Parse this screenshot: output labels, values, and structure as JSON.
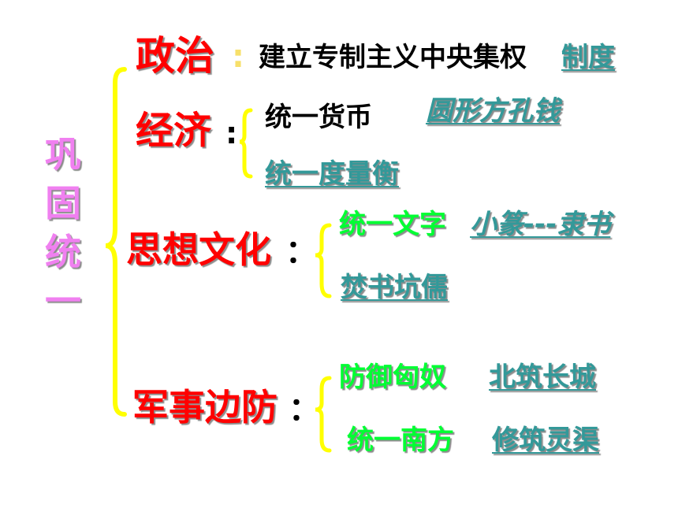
{
  "colors": {
    "root": "#f080f0",
    "category": "#ff0000",
    "brace": "#ffff00",
    "green": "#00ff33",
    "black": "#000000",
    "link": "#339999",
    "colon_yellow": "#f7e06a"
  },
  "root": {
    "label": "巩固统一"
  },
  "politics": {
    "category": "政治",
    "colon": ":",
    "text": "建立专制主义中央集权",
    "link": "制度"
  },
  "economy": {
    "category": "经济",
    "colon": ":",
    "item1": "统一货币",
    "item1_link": "圆形方孔钱",
    "item2_link": "统一度量衡"
  },
  "culture": {
    "category": "思想文化",
    "colon": "：",
    "item1": "统一文字",
    "item1_link": "小篆---隶书",
    "item2_link": "焚书坑儒"
  },
  "military": {
    "category": "军事边防",
    "colon": "：",
    "item1": "防御匈奴",
    "item1_link": "北筑长城",
    "item2": "统一南方",
    "item2_link": "修筑灵渠"
  }
}
